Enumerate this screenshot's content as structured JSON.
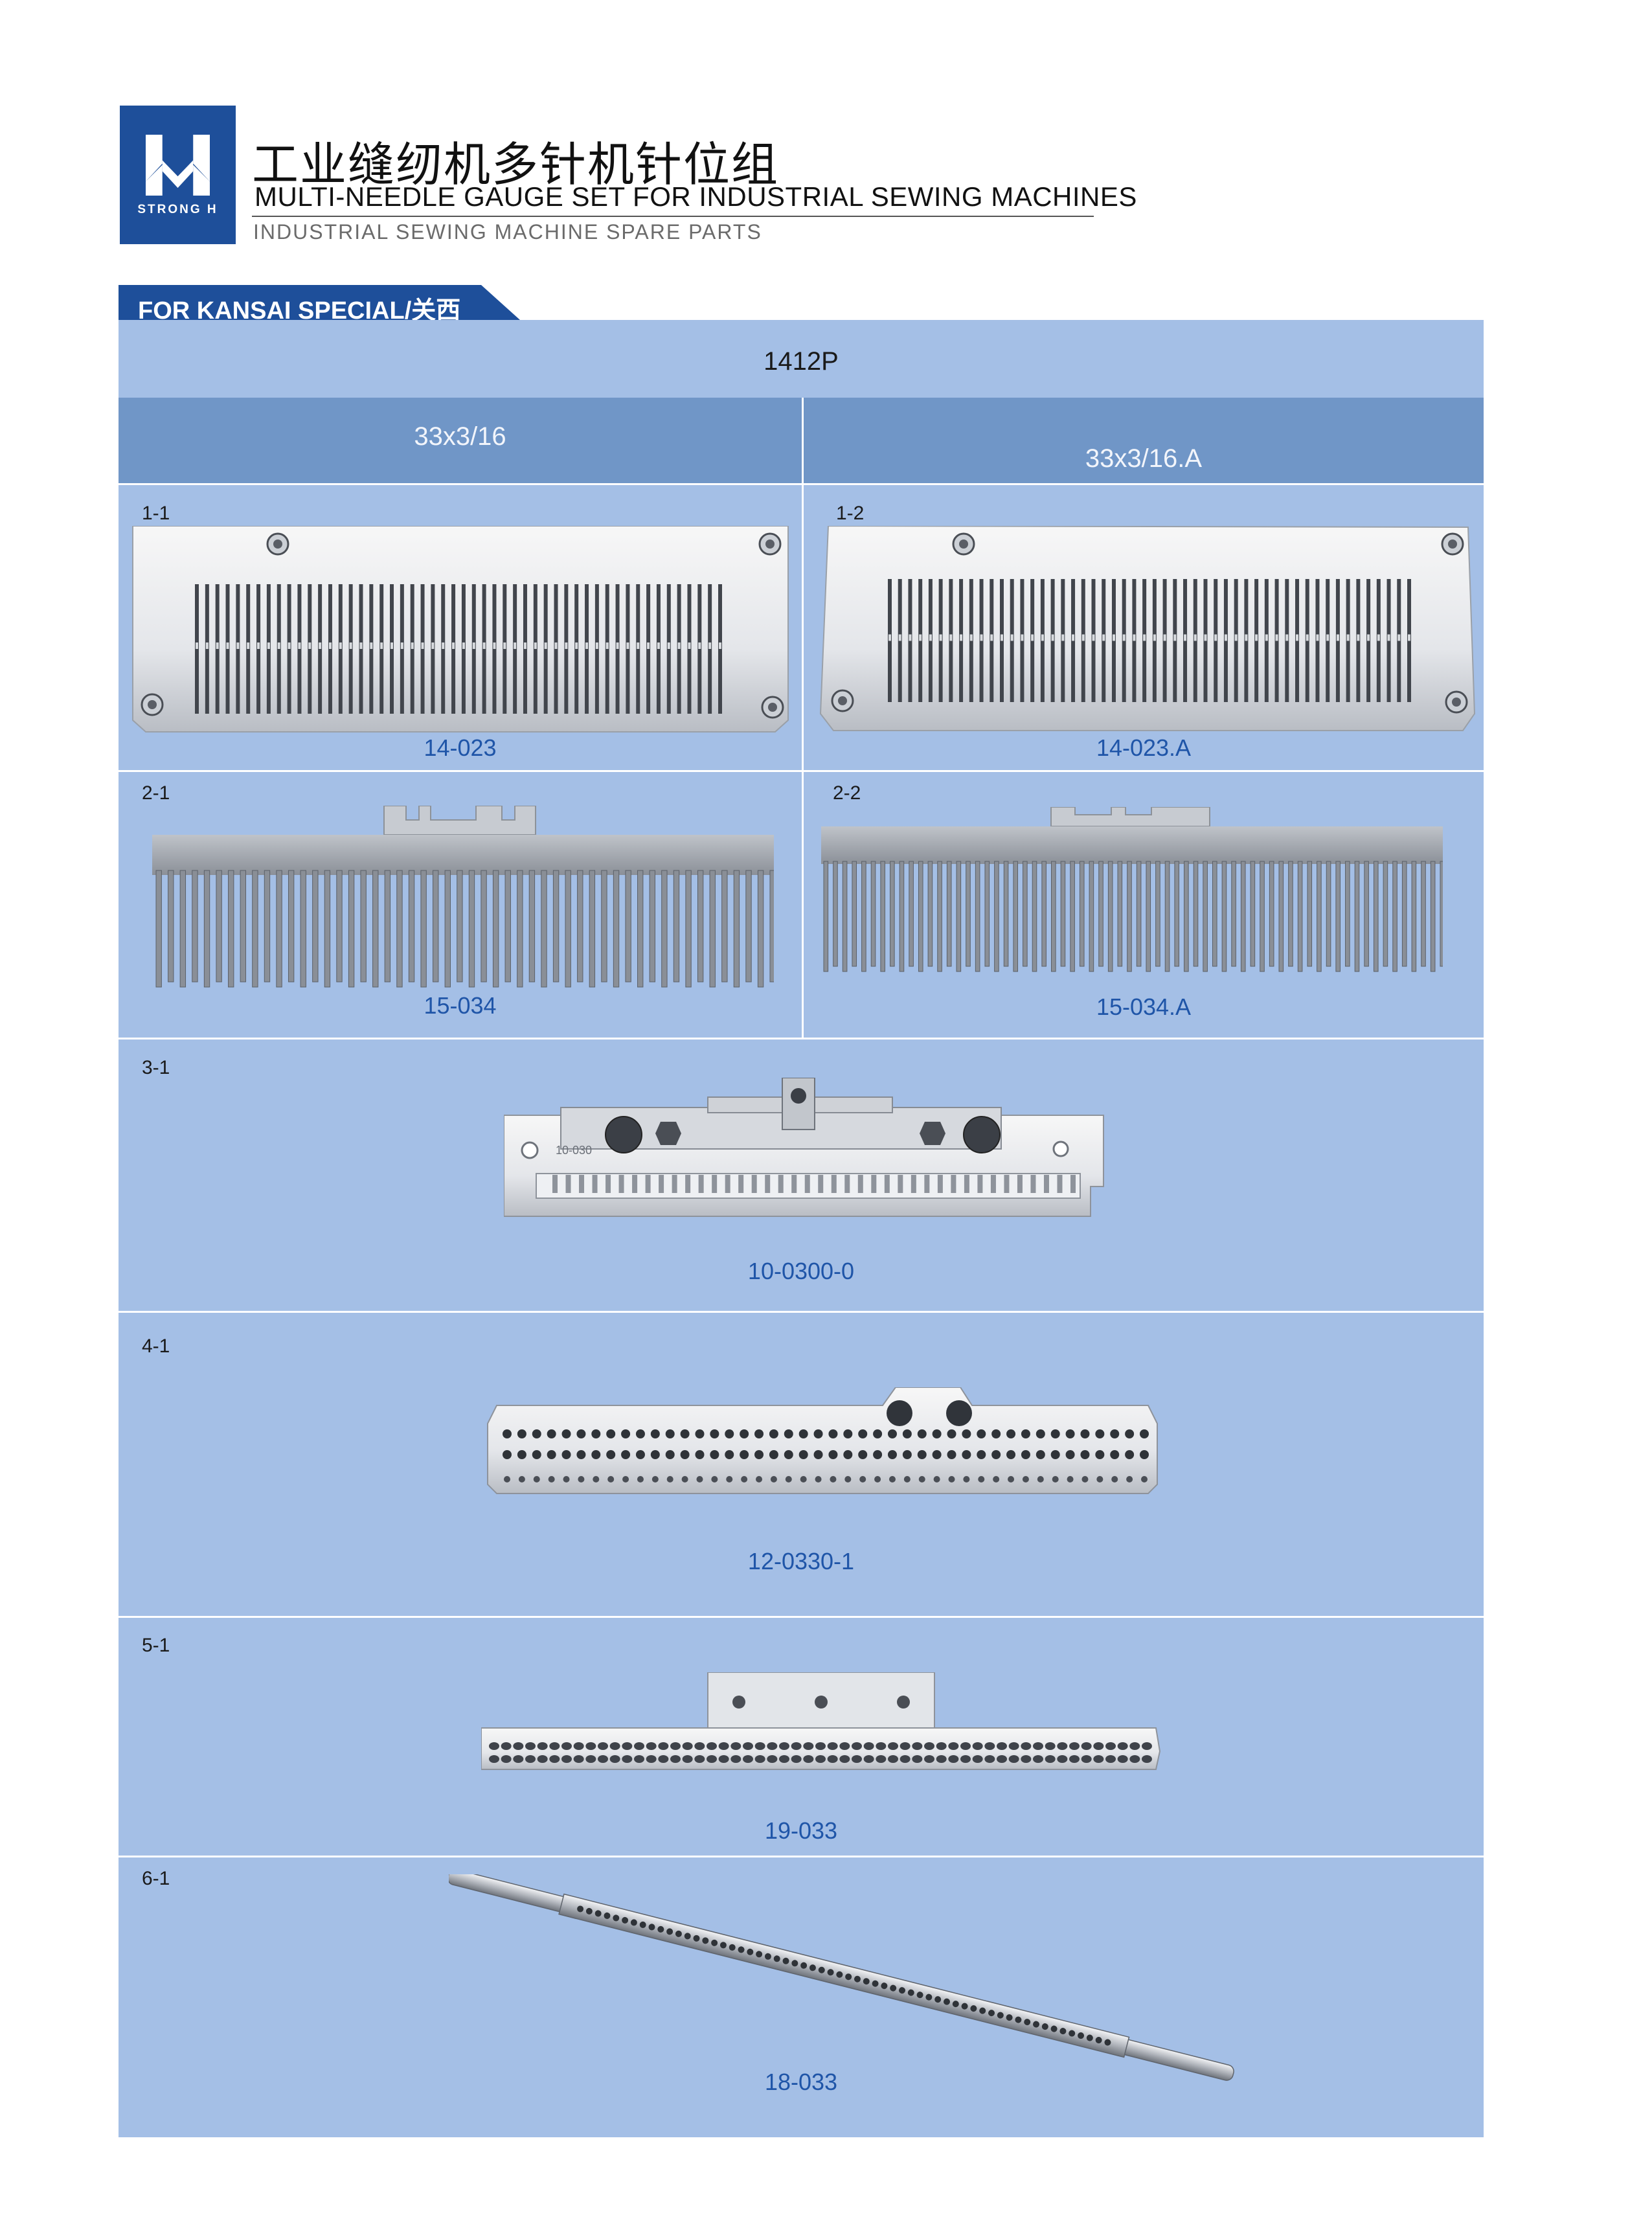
{
  "brand": {
    "logo_text": "STRONG H",
    "color": "#1e4f9a"
  },
  "header": {
    "title_cn": "工业缝纫机多针机针位组",
    "title_en": "MULTI-NEEDLE GAUGE SET FOR INDUSTRIAL SEWING MACHINES",
    "subtitle": "INDUSTRIAL SEWING MACHINE SPARE PARTS"
  },
  "section": {
    "label": "FOR KANSAI SPECIAL/关西"
  },
  "table": {
    "model": "1412P",
    "columns": [
      "33x3/16",
      "33x3/16.A"
    ],
    "rows": [
      {
        "cells": [
          {
            "num": "1-1",
            "code": "14-023",
            "part": "needle-plate-icon"
          },
          {
            "num": "1-2",
            "code": "14-023.A",
            "part": "needle-plate-icon"
          }
        ]
      },
      {
        "cells": [
          {
            "num": "2-1",
            "code": "15-034",
            "part": "looper-comb-icon"
          },
          {
            "num": "2-2",
            "code": "15-034.A",
            "part": "looper-comb-icon"
          }
        ]
      },
      {
        "cells": [
          {
            "num": "3-1",
            "code": "10-0300-0",
            "part": "looper-holder-icon",
            "stamp": "10-030"
          }
        ]
      },
      {
        "cells": [
          {
            "num": "4-1",
            "code": "12-0330-1",
            "part": "needle-clamp-icon"
          }
        ]
      },
      {
        "cells": [
          {
            "num": "5-1",
            "code": "19-033",
            "part": "needle-guard-icon"
          }
        ]
      },
      {
        "cells": [
          {
            "num": "6-1",
            "code": "18-033",
            "part": "spreader-rod-icon"
          }
        ]
      }
    ]
  },
  "colors": {
    "table_bg": "#a4bfe6",
    "header_band": "#7096c7",
    "code_text": "#1f55a8"
  }
}
